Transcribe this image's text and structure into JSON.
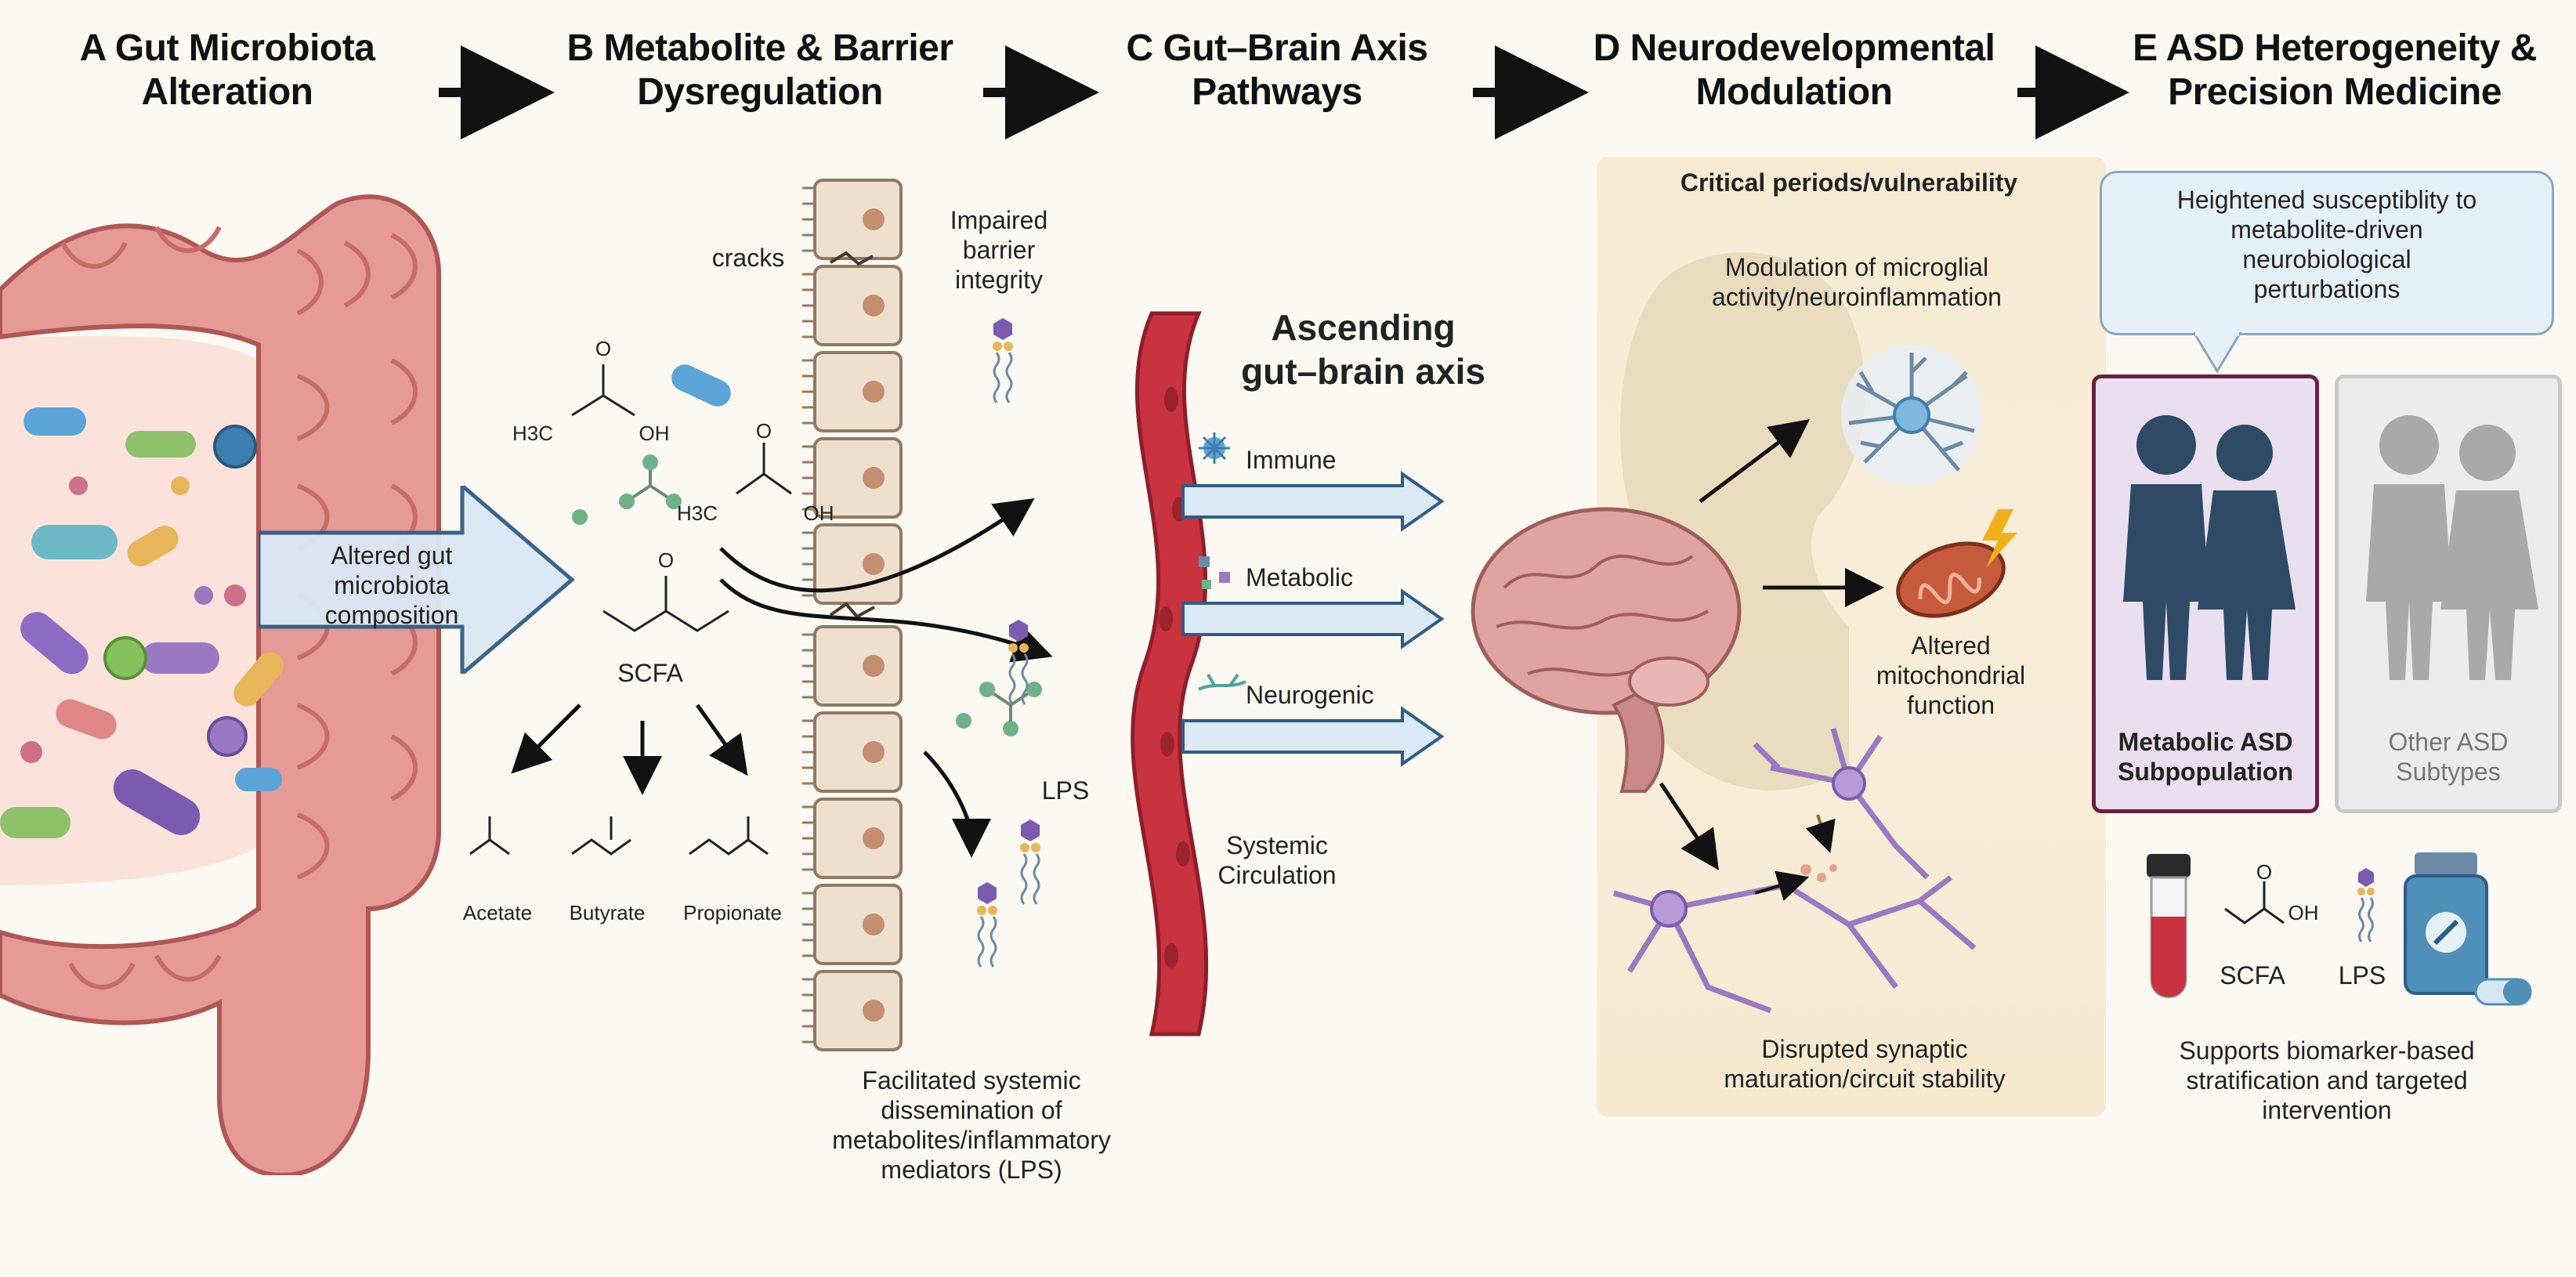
{
  "headers": [
    {
      "letter": "A",
      "title": "Gut Microbiota Alteration",
      "line1": "A   Gut Microbiota",
      "line2": "Alteration"
    },
    {
      "letter": "B",
      "title": "Metabolite & Barrier Dysregulation",
      "line1": "B   Metabolite & Barrier",
      "line2": "Dysregulation"
    },
    {
      "letter": "C",
      "title": "Gut–Brain Axis Pathways",
      "line1": "C   Gut–Brain Axis",
      "line2": "Pathways"
    },
    {
      "letter": "D",
      "title": "Neurodevelopmental Modulation",
      "line1": "D   Neurodevelopmental",
      "line2": "Modulation"
    },
    {
      "letter": "E",
      "title": "ASD Heterogeneity & Precision Medicine",
      "line1": "E   ASD Heterogeneity &",
      "line2": "Precision Medicine"
    }
  ],
  "panelA": {
    "arrow_text_1": "Altered gut",
    "arrow_text_2": "microbiota",
    "arrow_text_3": "composition"
  },
  "panelB": {
    "cracks": "cracks",
    "barrier_1": "Impaired",
    "barrier_2": "barrier",
    "barrier_3": "integrity",
    "scfa": "SCFA",
    "acetate": "Acetate",
    "butyrate": "Butyrate",
    "propionate": "Propionate",
    "lps": "LPS",
    "chem_h3c": "H3C",
    "chem_oh": "OH",
    "chem_o": "O",
    "caption_1": "Facilitated systemic",
    "caption_2": "dissemination of",
    "caption_3": "metabolites/inflammatory",
    "caption_4": "mediators (LPS)"
  },
  "panelC": {
    "axis_1": "Ascending",
    "axis_2": "gut–brain axis",
    "immune": "Immune",
    "metabolic": "Metabolic",
    "neurogenic": "Neurogenic",
    "circ_1": "Systemic",
    "circ_2": "Circulation"
  },
  "panelD": {
    "critical": "Critical periods/vulnerability",
    "microglia_1": "Modulation of microglial",
    "microglia_2": "activity/neuroinflammation",
    "mito_1": "Altered",
    "mito_2": "mitochondrial",
    "mito_3": "function",
    "synapse_1": "Disrupted synaptic",
    "synapse_2": "maturation/circuit stability"
  },
  "panelE": {
    "bubble_1": "Heightened susceptiblity to",
    "bubble_2": "metabolite-driven",
    "bubble_3": "neurobiological",
    "bubble_4": "perturbations",
    "metabolic_1": "Metabolic ASD",
    "metabolic_2": "Subpopulation",
    "other_1": "Other ASD",
    "other_2": "Subtypes",
    "scfa": "SCFA",
    "lps": "LPS",
    "oh": "OH",
    "o": "O",
    "support_1": "Supports biomarker-based",
    "support_2": "stratification and targeted",
    "support_3": "intervention"
  },
  "colors": {
    "gut": "#e59a96",
    "gut_dark": "#c86b69",
    "vessel": "#c8333f",
    "arrow_fill": "#dbe9f5",
    "arrow_stroke": "#2f5d86",
    "neuron": "#9b78c2",
    "child_blue": "#2f4a66",
    "accent_maroon": "#6b2142"
  }
}
